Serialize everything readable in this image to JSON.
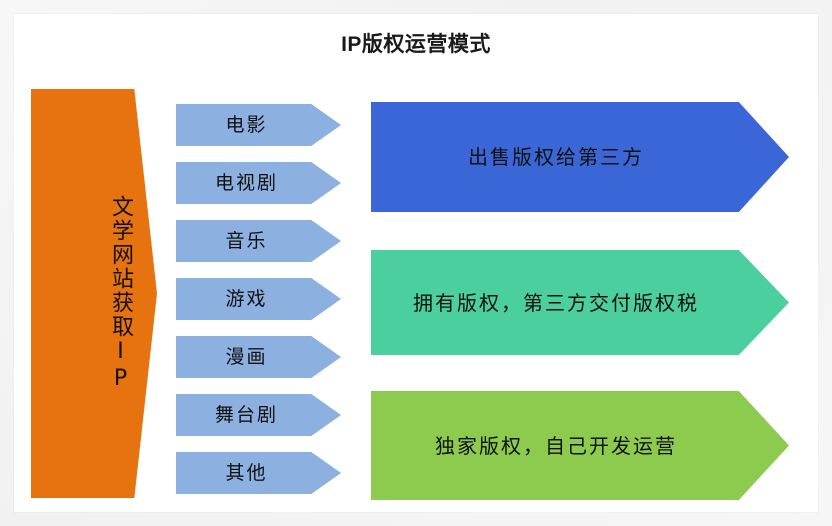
{
  "diagram": {
    "title": "IP版权运营模式",
    "background_color": "#ffffff",
    "frame_color": "#f2f2f2",
    "source": {
      "label": "文学网站获取IP",
      "color": "#e67310",
      "orientation": "vertical"
    },
    "categories": [
      {
        "label": "电影",
        "color": "#8cb0e0"
      },
      {
        "label": "电视剧",
        "color": "#8cb0e0"
      },
      {
        "label": "音乐",
        "color": "#8cb0e0"
      },
      {
        "label": "游戏",
        "color": "#8cb0e0"
      },
      {
        "label": "漫画",
        "color": "#8cb0e0"
      },
      {
        "label": "舞台剧",
        "color": "#8cb0e0"
      },
      {
        "label": "其他",
        "color": "#8cb0e0"
      }
    ],
    "outcomes": [
      {
        "label": "出售版权给第三方",
        "color": "#3a66d8"
      },
      {
        "label": "拥有版权，第三方交付版权税",
        "color": "#4ccf9e"
      },
      {
        "label": "独家版权，自己开发运营",
        "color": "#8ccb4e"
      }
    ]
  }
}
